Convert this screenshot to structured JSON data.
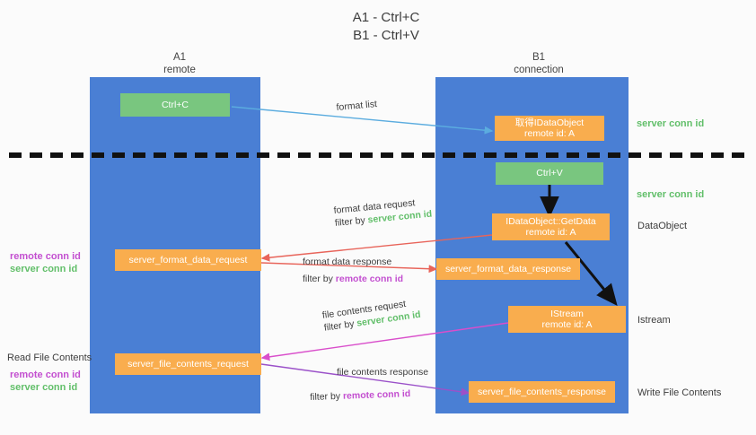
{
  "title": {
    "line1": "A1 - Ctrl+C",
    "line2": "B1 - Ctrl+V"
  },
  "lanes": [
    {
      "id": "a1",
      "name": "A1",
      "sub": "remote"
    },
    {
      "id": "b1",
      "name": "B1",
      "sub": "connection"
    }
  ],
  "colors": {
    "lane": "#4a7fd4",
    "orange": "#f9ad4e",
    "green": "#79c67f",
    "server_conn": "#62bf6a",
    "remote_conn": "#c34fd0",
    "blue_arrow": "#5bacdf",
    "red_arrow": "#e8645a",
    "magenta_arrow": "#d94ecb",
    "purple_arrow": "#9b51c9",
    "black": "#1a1a1a",
    "divider": "#111111"
  },
  "boxes": {
    "ctrl_c": "Ctrl+C",
    "ctrl_v": "Ctrl+V",
    "idataobject": {
      "line1": "取得IDataObject",
      "line2": "remote id: A"
    },
    "getdata": {
      "line1": "IDataObject::GetData",
      "line2": "remote id: A"
    },
    "istream": {
      "line1": "IStream",
      "line2": "remote id: A"
    },
    "server_format_data_request": "server_format_data_request",
    "server_format_data_response": "server_format_data_response",
    "server_file_contents_request": "server_file_contents_request",
    "server_file_contents_response": "server_file_contents_response"
  },
  "edge_labels": {
    "format_list": "format list",
    "format_data_request": "format data request",
    "format_data_response": "format data response",
    "file_contents_request": "file contents request",
    "file_contents_response": "file contents response",
    "filter_by": "filter by ",
    "server_conn_id": "server conn id",
    "remote_conn_id": "remote conn id"
  },
  "right_labels": {
    "server_conn_id_top": "server conn id",
    "server_conn_id_mid": "server conn id",
    "dataobject": "DataObject",
    "istream": "Istream",
    "write_file_contents": "Write File Contents"
  },
  "left_labels": {
    "remote_conn_id_1": "remote conn id",
    "server_conn_id_1": "server conn id",
    "read_file_contents": "Read File Contents",
    "remote_conn_id_2": "remote conn id",
    "server_conn_id_2": "server conn id"
  }
}
